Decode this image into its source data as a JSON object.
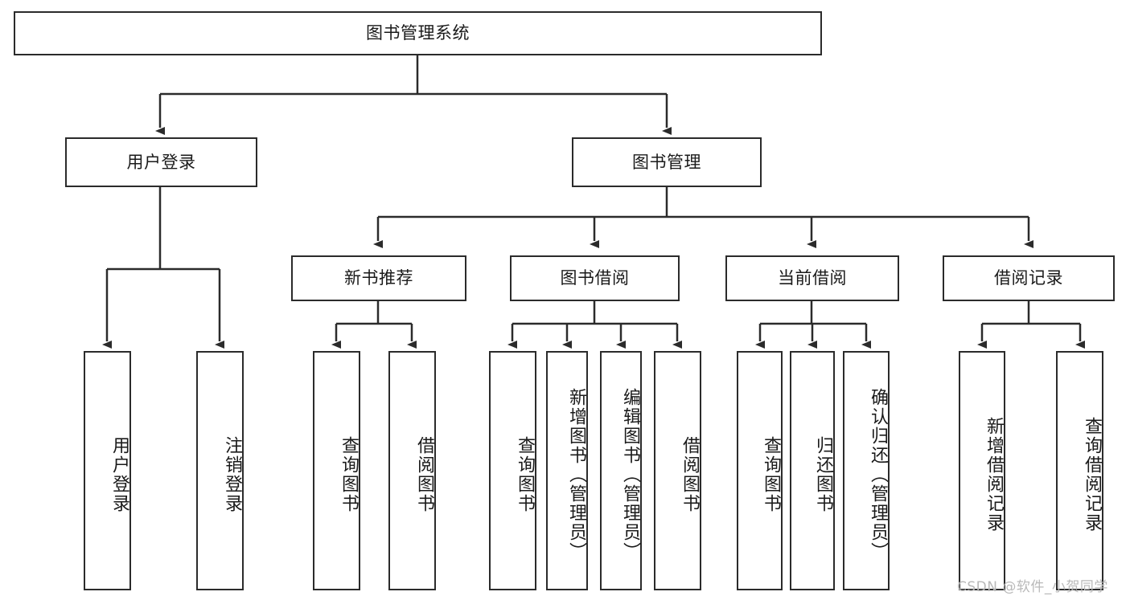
{
  "diagram": {
    "type": "tree-hierarchy-chart",
    "title": "图书管理系统",
    "watermark": "CSDN @软件_小贺同学",
    "colors": {
      "stroke": "#2b2b2b",
      "background": "#ffffff",
      "text": "#1a1a1a",
      "watermark": "#b9b9b9"
    },
    "root": {
      "label": "图书管理系统"
    },
    "level2": [
      {
        "label": "用户登录"
      },
      {
        "label": "图书管理"
      }
    ],
    "level3": [
      {
        "label": "新书推荐"
      },
      {
        "label": "图书借阅"
      },
      {
        "label": "当前借阅"
      },
      {
        "label": "借阅记录"
      }
    ],
    "leaves": {
      "user_login": [
        {
          "label": "用户登录"
        },
        {
          "label": "注销登录"
        }
      ],
      "new_book_recommend": [
        {
          "label": "查询图书"
        },
        {
          "label": "借阅图书"
        }
      ],
      "book_borrow": [
        {
          "label": "查询图书"
        },
        {
          "label": "新增图书（管理员）"
        },
        {
          "label": "编辑图书（管理员）"
        },
        {
          "label": "借阅图书"
        }
      ],
      "current_borrow": [
        {
          "label": "查询图书"
        },
        {
          "label": "归还图书"
        },
        {
          "label": "确认归还（管理员）"
        }
      ],
      "borrow_record": [
        {
          "label": "新增借阅记录"
        },
        {
          "label": "查询借阅记录"
        }
      ]
    }
  }
}
